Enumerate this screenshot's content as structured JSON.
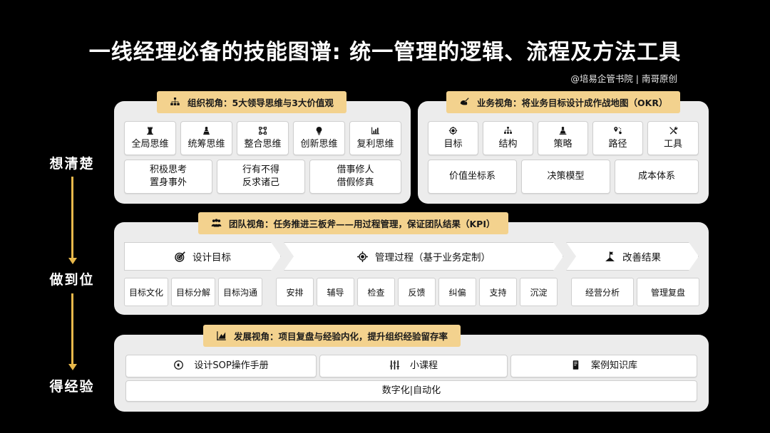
{
  "header": {
    "title": "一线经理必备的技能图谱: 统一管理的逻辑、流程及方法工具",
    "subtitle": "@培易企管书院 | 南哥原创"
  },
  "colors": {
    "background": "#000000",
    "accent_gold": "#F3D28E",
    "arrow_gold": "#E8B84B",
    "panel_gray": "#ECECEC",
    "card_white": "#FFFFFF",
    "text_dark": "#111111",
    "text_light": "#FFFFFF"
  },
  "stages": [
    {
      "label": "想清楚"
    },
    {
      "label": "做到位"
    },
    {
      "label": "得经验"
    }
  ],
  "panels": {
    "organization": {
      "badge": {
        "icon": "org-hierarchy-icon",
        "text": "组织视角：5大领导思维与3大价值观"
      },
      "thinking_cards": [
        {
          "icon": "chess-rook-icon",
          "label": "全局思维"
        },
        {
          "icon": "chess-pawn-icon",
          "label": "统筹思维"
        },
        {
          "icon": "integrate-icon",
          "label": "整合思维"
        },
        {
          "icon": "lightbulb-icon",
          "label": "创新思维"
        },
        {
          "icon": "bar-chart-icon",
          "label": "复利思维"
        }
      ],
      "value_cards": [
        {
          "line1": "积极思考",
          "line2": "置身事外"
        },
        {
          "line1": "行有不得",
          "line2": "反求诸己"
        },
        {
          "line1": "借事修人",
          "line2": "借假修真"
        }
      ]
    },
    "business": {
      "badge": {
        "icon": "target-arrow-icon",
        "text": "业务视角：将业务目标设计成作战地图（OKR）"
      },
      "element_cards": [
        {
          "icon": "goal-target-icon",
          "label": "目标"
        },
        {
          "icon": "org-chart-icon",
          "label": "结构"
        },
        {
          "icon": "strategy-pawn-icon",
          "label": "策略"
        },
        {
          "icon": "route-pin-icon",
          "label": "路径"
        },
        {
          "icon": "tools-icon",
          "label": "工具"
        }
      ],
      "system_cards": [
        {
          "label": "价值坐标系"
        },
        {
          "label": "决策模型"
        },
        {
          "label": "成本体系"
        }
      ]
    },
    "team": {
      "badge": {
        "icon": "team-people-icon",
        "text": "团队视角：任务推进三板斧——用过程管理，保证团队结果（KPI）"
      },
      "phases": [
        {
          "icon": "dartboard-icon",
          "label": "设计目标"
        },
        {
          "icon": "crosshair-icon",
          "label": "管理过程（基于业务定制）"
        },
        {
          "icon": "summit-flag-icon",
          "label": "改善结果"
        }
      ],
      "phase_tags": [
        [
          "目标文化",
          "目标分解",
          "目标沟通"
        ],
        [
          "安排",
          "辅导",
          "检查",
          "反馈",
          "纠偏",
          "支持",
          "沉淀"
        ],
        [
          "经营分析",
          "管理复盘"
        ]
      ]
    },
    "development": {
      "badge": {
        "icon": "growth-chart-icon",
        "text": "发展视角：项目复盘与经验内化，提升组织经验留存率"
      },
      "asset_cards": [
        {
          "icon": "compass-icon",
          "label": "设计SOP操作手册"
        },
        {
          "icon": "equalizer-icon",
          "label": "小课程"
        },
        {
          "icon": "book-icon",
          "label": "案例知识库"
        }
      ],
      "footer_card": {
        "label": "数字化|自动化"
      }
    }
  }
}
